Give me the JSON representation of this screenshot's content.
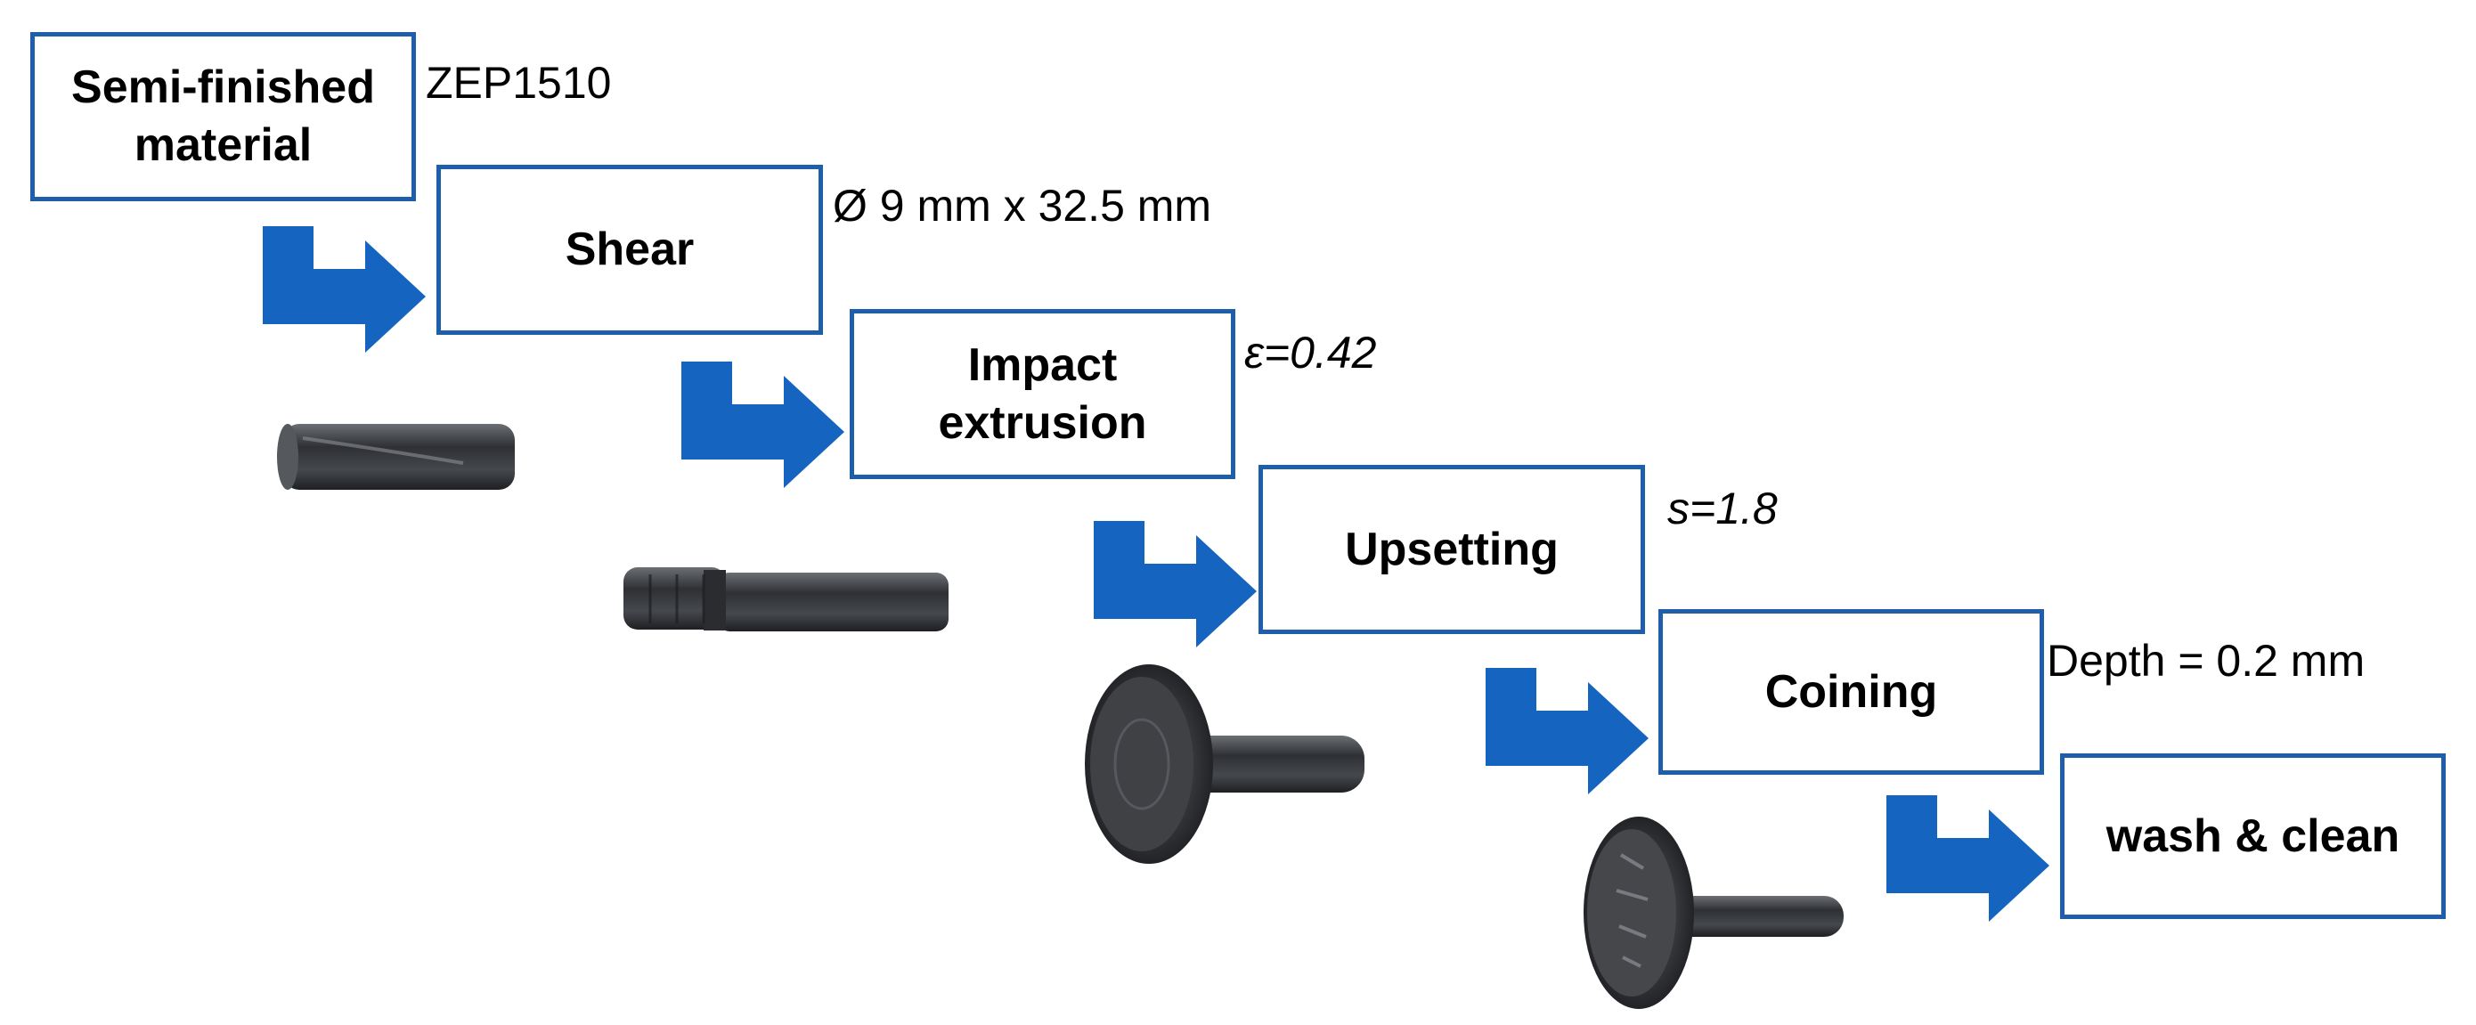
{
  "steps": [
    {
      "label": "Semi-finished\nmaterial"
    },
    {
      "label": "Shear"
    },
    {
      "label": "Impact\nextrusion"
    },
    {
      "label": "Upsetting"
    },
    {
      "label": "Coining"
    },
    {
      "label": "wash & clean"
    }
  ],
  "annotations": {
    "material": "ZEP1510",
    "shear": "Ø 9 mm x 32.5 mm",
    "extrusion": "ε=0.42",
    "upsetting": "s=1.8",
    "coining": "Depth = 0.2 mm"
  },
  "colors": {
    "box_border": "#1f5ea8",
    "arrow": "#1565c0",
    "part": "#3a3c40"
  }
}
